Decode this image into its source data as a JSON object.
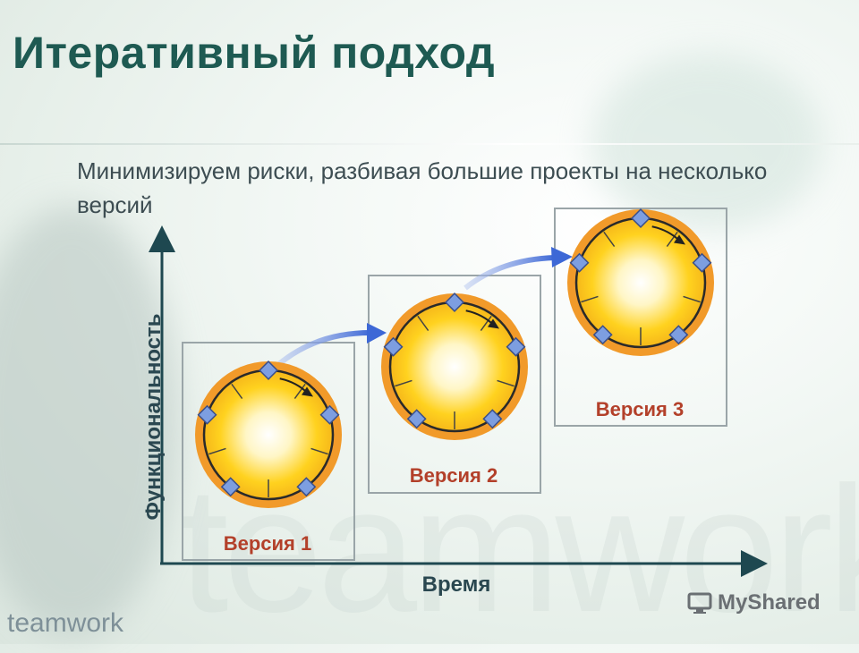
{
  "title": "Итеративный подход",
  "subtitle": "Минимизируем риски, разбивая большие проекты на несколько версий",
  "axes": {
    "y_label": "Функциональность",
    "x_label": "Время"
  },
  "versions": [
    {
      "label": "Версия 1"
    },
    {
      "label": "Версия 2"
    },
    {
      "label": "Версия 3"
    }
  ],
  "footer": {
    "brand": "teamwork",
    "logo_text": "MyShared"
  },
  "colors": {
    "title": "#1e5a52",
    "label_red": "#b3402a",
    "arrow_blue": "#4a74d8",
    "circle_orange": "#f19a2a",
    "circle_yellow": "#ffd21f",
    "diamond_blue": "#7d9ee0"
  }
}
